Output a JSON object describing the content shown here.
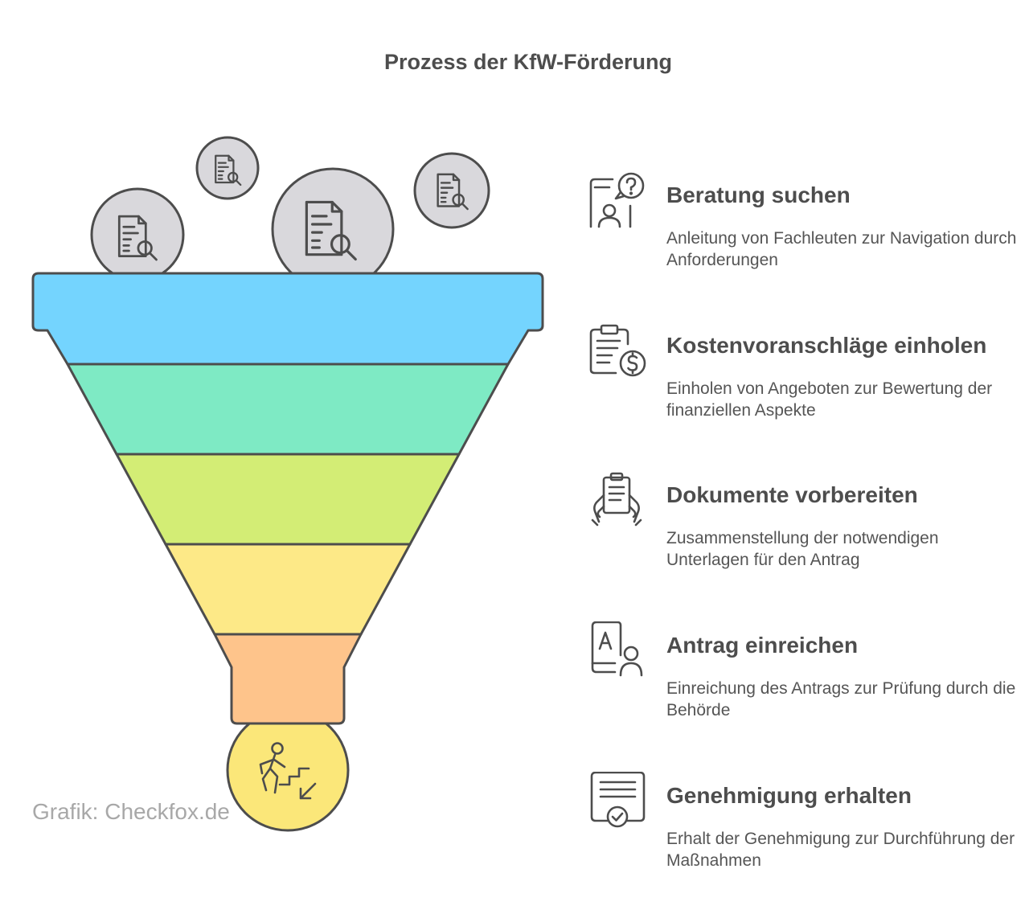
{
  "title": "Prozess der KfW-Förderung",
  "watermark": "Grafik: Checkfox.de",
  "colors": {
    "stage1": "#74d4fe",
    "stage2": "#7eeac4",
    "stage3": "#d3ed75",
    "stage4": "#fde987",
    "stage5": "#fec48b",
    "outlet": "#fbe779",
    "bubble": "#d9d8dc",
    "stroke": "#4d4d4d"
  },
  "top_icons": [
    "document-search-icon",
    "document-search-icon",
    "document-search-icon",
    "document-search-icon"
  ],
  "outlet_icon": "person-climbing-stairs-icon",
  "steps": [
    {
      "icon": "phone-consultation-icon",
      "heading": "Beratung suchen",
      "desc": "Anleitung von Fachleuten zur Navigation durch Anforderungen"
    },
    {
      "icon": "clipboard-dollar-icon",
      "heading": "Kostenvoranschläge einholen",
      "desc": "Einholen von Angeboten zur Bewertung der finanziellen Aspekte"
    },
    {
      "icon": "hands-holding-document-icon",
      "heading": "Dokumente vorbereiten",
      "desc": "Zusammenstellung der notwendigen Unterlagen für den Antrag"
    },
    {
      "icon": "application-person-icon",
      "heading": "Antrag einreichen",
      "desc": "Einreichung des Antrags zur Prüfung durch die Behörde"
    },
    {
      "icon": "approved-certificate-icon",
      "heading": "Genehmigung erhalten",
      "desc": "Erhalt der Genehmigung zur Durchführung der Maßnahmen"
    }
  ]
}
